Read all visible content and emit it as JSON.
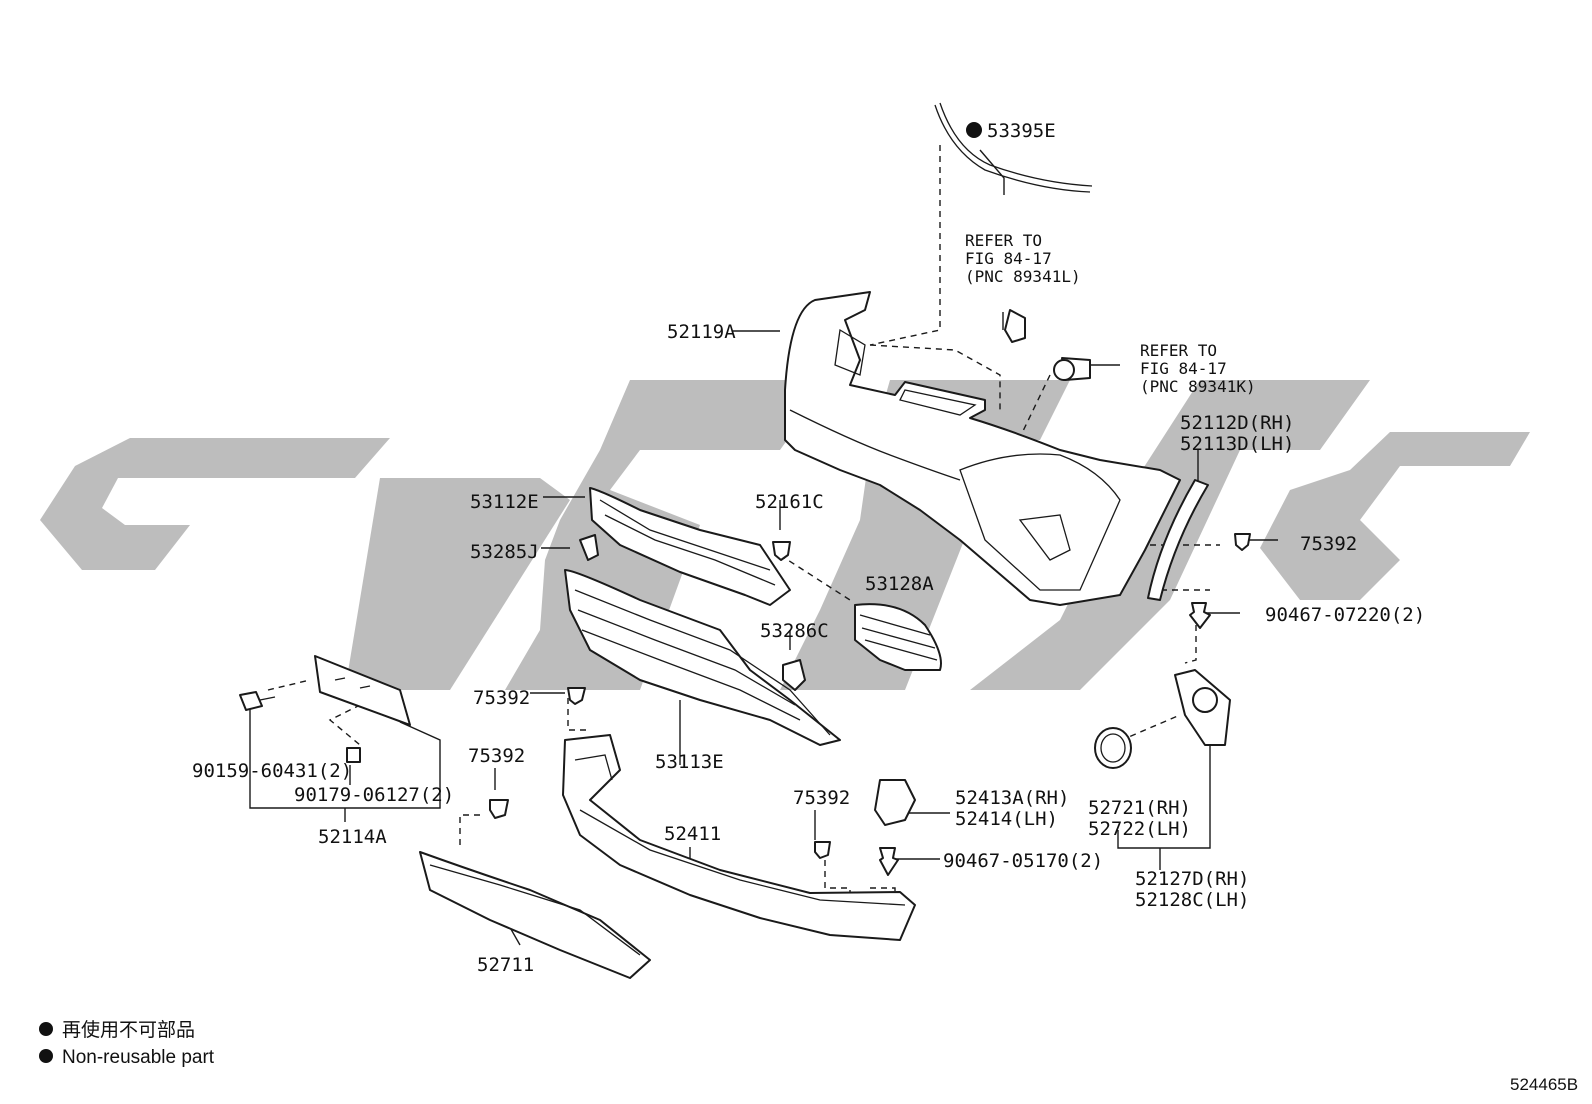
{
  "parts": {
    "p53395E": "53395E",
    "refer1_line1": "REFER TO",
    "refer1_line2": "FIG 84-17",
    "refer1_line3": "(PNC 89341L)",
    "p52119A": "52119A",
    "refer2_line1": "REFER TO",
    "refer2_line2": "FIG 84-17",
    "refer2_line3": "(PNC 89341K)",
    "p52112D": "52112D(RH)",
    "p52113D": "52113D(LH)",
    "p53112E": "53112E",
    "p52161C": "52161C",
    "p53285J": "53285J",
    "p75392_right": "75392",
    "p53128A": "53128A",
    "p90467_07220": "90467-07220(2)",
    "p53286C": "53286C",
    "p75392_a": "75392",
    "p90159": "90159-60431(2)",
    "p90179": "90179-06127(2)",
    "p52114A": "52114A",
    "p53113E": "53113E",
    "p75392_b": "75392",
    "p75392_c": "75392",
    "p52413A": "52413A(RH)",
    "p52414": "52414(LH)",
    "p52411": "52411",
    "p90467_05170": "90467-05170(2)",
    "p52721": "52721(RH)",
    "p52722": "52722(LH)",
    "p52127D": "52127D(RH)",
    "p52128C": "52128C(LH)",
    "p52711": "52711"
  },
  "legend": {
    "cn": "再使用不可部品",
    "en": "Non-reusable part"
  },
  "figure_number": "524465B",
  "colors": {
    "ink": "#1a1a1a",
    "watermark": "#bdbdbd",
    "background": "#ffffff"
  }
}
